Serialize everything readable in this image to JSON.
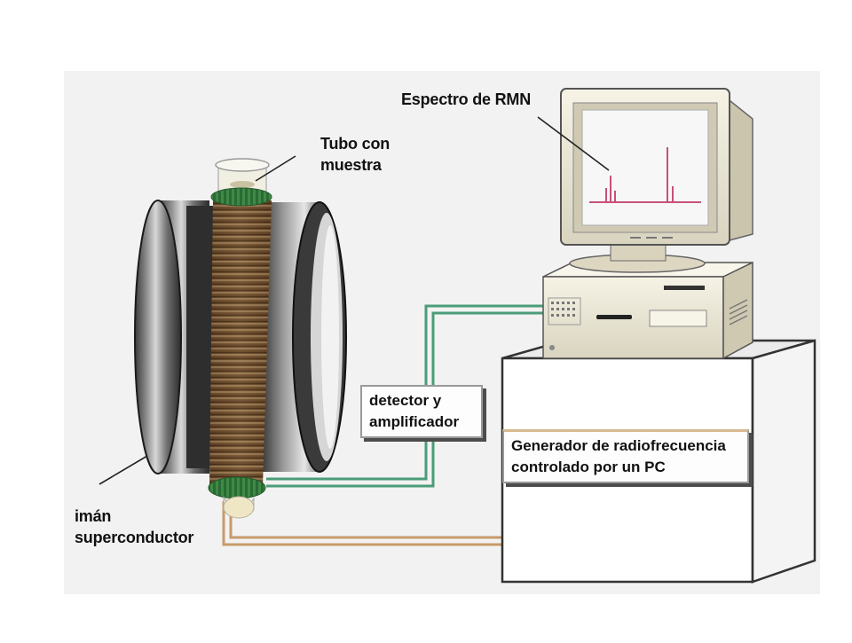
{
  "colors": {
    "panel_bg": "#f2f2f2",
    "coil": "#6b4a2c",
    "coil_end": "#3f8a45",
    "magnet_dark": "#2a2a2a",
    "cable_green": "#4a9c78",
    "cable_tan": "#c89a6a",
    "spectrum": "#c8507a",
    "screen": "#f7f7f7",
    "beige": "#eeeadb"
  },
  "icons": [
    "superconducting-magnet",
    "sample-tube",
    "rf-coil",
    "computer-monitor",
    "computer-case",
    "cabinet"
  ],
  "labels": {
    "tube": "Tubo con\nmuestra",
    "spectrum": "Espectro de RMN",
    "magnet": "imán\nsuperconductor",
    "detector": "detector y\namplificador",
    "generator": "Generador de radiofrecuencia\ncontrolado por un PC"
  }
}
